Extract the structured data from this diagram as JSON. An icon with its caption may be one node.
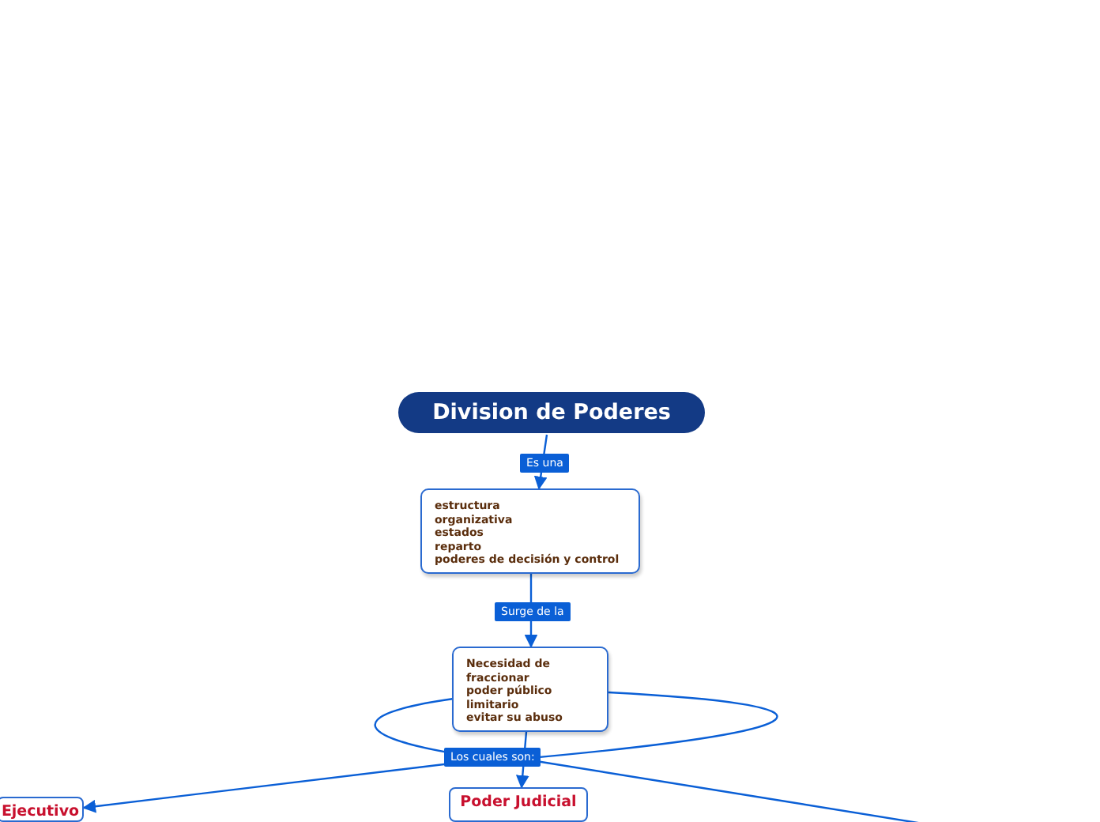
{
  "diagram": {
    "nodes": [
      {
        "text": [
          "Division de Poderes"
        ]
      },
      {
        "text": [
          "estructura",
          "organizativa",
          "estados",
          "reparto",
          "poderes de decisión y control"
        ]
      },
      {
        "text": [
          "Necesidad de",
          "fraccionar",
          "poder público",
          "limitario",
          "evitar su abuso"
        ]
      },
      {
        "text": [
          "Ejecutivo"
        ]
      },
      {
        "text": [
          "Poder Judicial"
        ]
      }
    ],
    "edges": [
      {
        "from": 0,
        "to": 1,
        "arrow": "to",
        "label": "Es una"
      },
      {
        "from": 1,
        "to": 2,
        "arrow": "to",
        "label": "Surge de la"
      },
      {
        "from": 2,
        "to": 3,
        "arrow": "to"
      },
      {
        "from": 2,
        "to": 4,
        "arrow": "to",
        "label": "Los cuales son:"
      },
      {
        "from": 2,
        "to": null,
        "arrow": "none"
      }
    ]
  }
}
